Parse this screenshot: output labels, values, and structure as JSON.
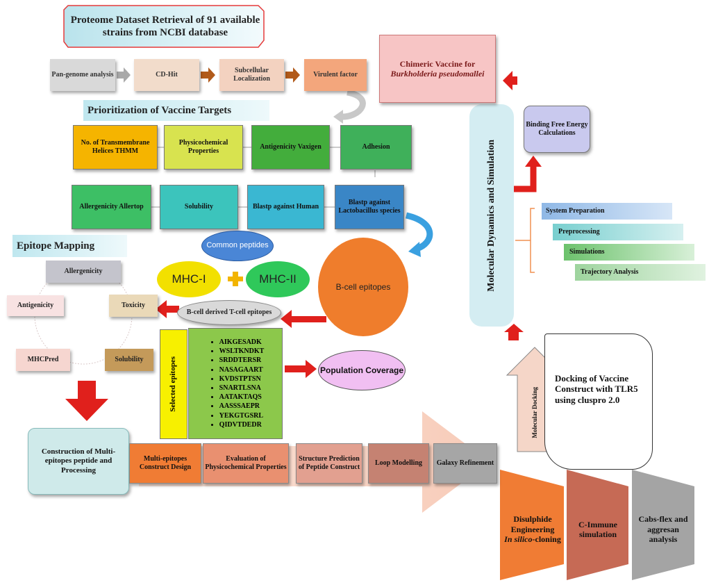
{
  "header_title": "Proteome Dataset Retrieval of 91 available strains from NCBI database",
  "pipeline_steps": [
    "Pan-genome analysis",
    "CD-Hit",
    "Subcellular Localization",
    "Virulent factor"
  ],
  "prioritization_title": "Prioritization of Vaccine Targets",
  "prioritization_row1": [
    "No. of Transmembrane Helices THMM",
    "Physicochemical Properties",
    "Antigenicity Vaxigen",
    "Adhesion"
  ],
  "prioritization_row2": [
    "Allergenicity Allertop",
    "Solubility",
    "Blastp against Human",
    "Blastp against Lactobacillus species"
  ],
  "common_peptides": "Common peptides",
  "mhc1": "MHC-I",
  "mhc2": "MHC-II",
  "bcell_epitopes": "B-cell epitopes",
  "bcell_derived": "B-cell derived T-cell epitopes",
  "epitope_mapping_title": "Epitope Mapping",
  "epitope_cycle": [
    "Allergenicity",
    "Antigenicity",
    "Toxicity",
    "MHCPred",
    "Solubility"
  ],
  "selected_epitopes_label": "Selected epitopes",
  "selected_epitopes": [
    "AIKGESADK",
    "WSLTKNDKT",
    "SRDDTERSR",
    "NASAGAART",
    "KVDSTPTSN",
    "SNARTLSNA",
    "AATAKTAQS",
    "AASSSAEPR",
    "YEKGTGSRL",
    "QIDVTDEDR"
  ],
  "population_coverage": "Population Coverage",
  "construction_box": "Construction of Multi-epitopes peptide and Processing",
  "construct_steps": [
    "Multi-epitopes Construct Design",
    "Evaluation of Physicochemical Properties",
    "Structure Prediction of Peptide Construct",
    "Loop Modelling",
    "Galaxy Refinement"
  ],
  "bottom_trapezoids": {
    "disulphide_line1": "Disulphide Engineering",
    "disulphide_italic": "In silico",
    "disulphide_suffix": "-cloning",
    "cimmune": "C-Immune simulation",
    "cabs": "Cabs-flex and aggresan analysis"
  },
  "molecular_docking_label": "Molecular Docking",
  "docking_box": "Docking of Vaccine Construct with TLR5 using cluspro 2.0",
  "md_label": "Molecular Dynamics and Simulation",
  "binding_energy": "Binding Free Energy Calculations",
  "md_steps": [
    "System Preparation",
    "Preprocessing",
    "Simulations",
    "Trajectory Analysis"
  ],
  "chimeric_line1": "Chimeric Vaccine for",
  "chimeric_line2": "Burkholderia pseudomallei",
  "colors": {
    "thmm": "#f5b400",
    "physico": "#d6e04a",
    "antigen": "#3fae3f",
    "adhesion": "#3fae5a",
    "allergen": "#3dbf65",
    "solub": "#3cc0c0",
    "blast_h": "#3ab7d0",
    "blast_l": "#3a88c8",
    "bcell": "#ef7d2c",
    "mhc": "#f2e000",
    "mhc2": "#2fc85a",
    "arrow_red": "#e0201c",
    "construct_orange": "#f07c34",
    "lightblue": "#cdeaf0"
  }
}
